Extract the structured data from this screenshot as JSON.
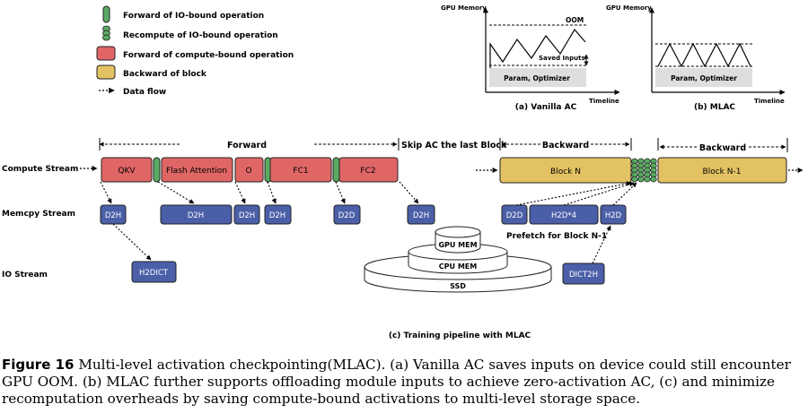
{
  "legend": {
    "items": [
      {
        "label": "Forward of IO-bound operation",
        "swatch": "io-forward"
      },
      {
        "label": "Recompute of IO-bound operation",
        "swatch": "io-recompute"
      },
      {
        "label": "Forward of compute-bound operation",
        "swatch": "compute-forward"
      },
      {
        "label": "Backward of block",
        "swatch": "backward"
      },
      {
        "label": "Data flow",
        "swatch": "dataflow"
      }
    ]
  },
  "chart_a": {
    "ylabel": "GPU Memory",
    "xlabel": "Timeline",
    "oom_label": "OOM",
    "inputs_label": "Saved Inputs",
    "base_label": "Param, Optimizer",
    "caption": "(a) Vanilla AC"
  },
  "chart_b": {
    "ylabel": "GPU Memory",
    "xlabel": "Timeline",
    "base_label": "Param, Optimizer",
    "caption": "(b) MLAC"
  },
  "pipeline": {
    "forward_label": "Forward",
    "skip_label": "Skip AC the last Block",
    "backward_label_1": "Backward",
    "backward_label_2": "Backward",
    "streams": {
      "compute": "Compute Stream",
      "memcpy": "Memcpy Stream",
      "io": "IO Stream"
    },
    "compute_ops": [
      "QKV",
      "Flash Attention",
      "O",
      "FC1",
      "FC2"
    ],
    "backward_blocks": [
      "Block N",
      "Block N-1"
    ],
    "memcpy_ops": [
      "D2H",
      "D2H",
      "D2H",
      "D2H",
      "D2D",
      "D2H",
      "D2D",
      "H2D*4",
      "H2D"
    ],
    "io_ops": [
      "H2DICT",
      "DICT2H"
    ],
    "prefetch_label": "Prefetch for Block N-1",
    "storage": {
      "gpu": "GPU MEM",
      "cpu": "CPU MEM",
      "ssd": "SSD"
    },
    "caption": "(c) Training pipeline with MLAC"
  },
  "figure_caption": {
    "label": "Figure 16",
    "text": "Multi-level activation checkpointing(MLAC). (a) Vanilla AC saves inputs on device could still encounter GPU OOM. (b) MLAC further supports offloading module inputs to achieve zero-activation AC, (c) and minimize recomputation overheads by saving compute-bound activations to multi-level storage space."
  },
  "colors": {
    "io_forward": "#5aaa63",
    "compute_forward": "#e06666",
    "backward": "#e3c263",
    "memcpy": "#4b5fa8",
    "base_band": "#dedede",
    "stroke": "#222222"
  }
}
